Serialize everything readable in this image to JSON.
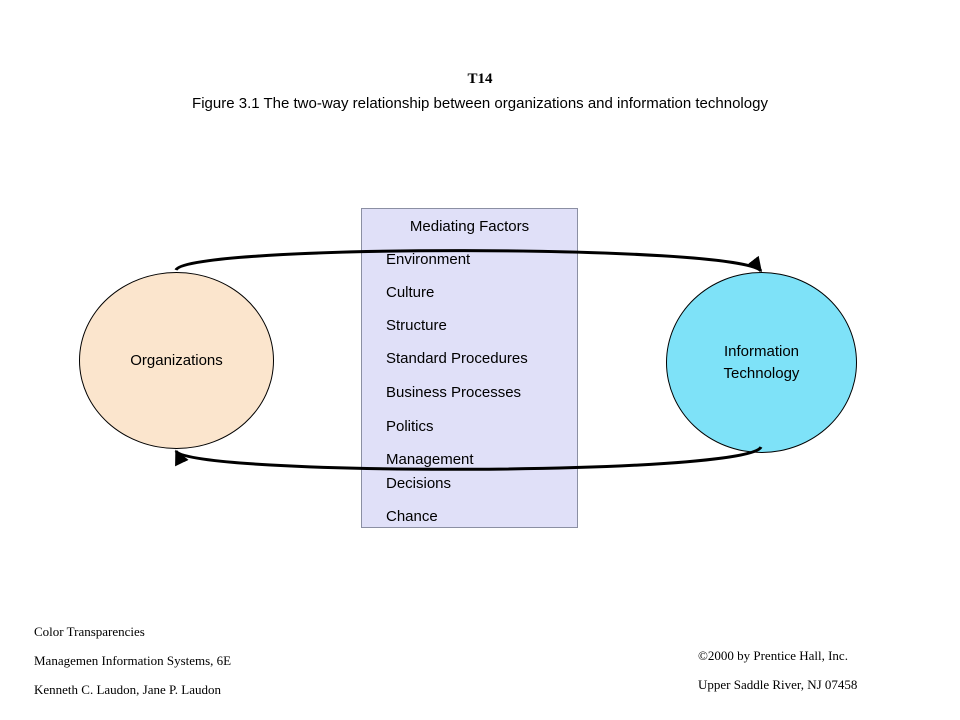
{
  "header": {
    "code": "T14",
    "caption": "Figure 3.1 The two-way relationship between organizations and information technology"
  },
  "diagram": {
    "left_node": {
      "label": "Organizations",
      "color": "#fbe5cd"
    },
    "right_node": {
      "label_line1": "Information",
      "label_line2": "Technology",
      "color": "#7ee2f8"
    },
    "mediating_box": {
      "title": "Mediating Factors",
      "color": "#e0e0f8",
      "items": [
        "Environment",
        "Culture",
        "Structure",
        "Standard Procedures",
        "Business Processes",
        "Politics",
        "Management",
        "Decisions",
        "Chance"
      ]
    },
    "arrow_color": "#000000"
  },
  "footer": {
    "left": [
      "Color Transparencies",
      "Managemen Information Systems, 6E",
      "Kenneth C. Laudon, Jane P. Laudon"
    ],
    "right": [
      "©2000 by Prentice Hall, Inc.",
      "Upper Saddle River, NJ 07458"
    ]
  }
}
